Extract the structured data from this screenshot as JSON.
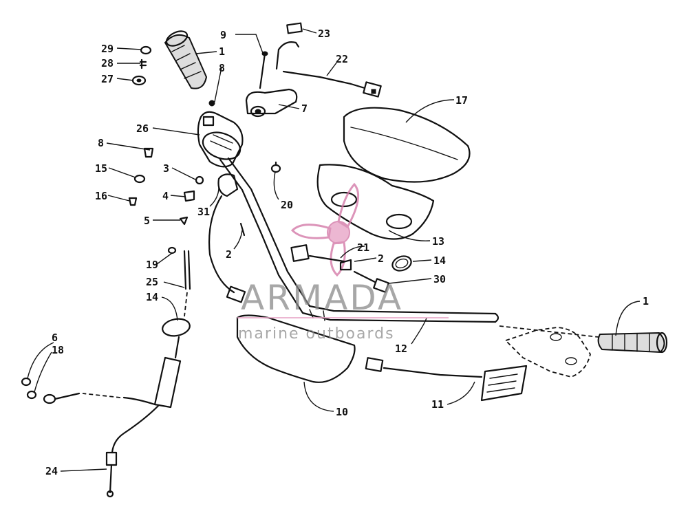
{
  "watermark": {
    "brand": "ARMADA",
    "tagline": "marine outboards",
    "logo": "propeller-logo",
    "color": "#e8a6c8"
  },
  "callouts": [
    {
      "id": "c29",
      "label": "29"
    },
    {
      "id": "c28",
      "label": "28"
    },
    {
      "id": "c27",
      "label": "27"
    },
    {
      "id": "c1a",
      "label": "1"
    },
    {
      "id": "c9",
      "label": "9"
    },
    {
      "id": "c8a",
      "label": "8"
    },
    {
      "id": "c23",
      "label": "23"
    },
    {
      "id": "c22",
      "label": "22"
    },
    {
      "id": "c17",
      "label": "17"
    },
    {
      "id": "c7",
      "label": "7"
    },
    {
      "id": "c26",
      "label": "26"
    },
    {
      "id": "c8b",
      "label": "8"
    },
    {
      "id": "c15",
      "label": "15"
    },
    {
      "id": "c3",
      "label": "3"
    },
    {
      "id": "c16",
      "label": "16"
    },
    {
      "id": "c4",
      "label": "4"
    },
    {
      "id": "c5",
      "label": "5"
    },
    {
      "id": "c31",
      "label": "31"
    },
    {
      "id": "c20",
      "label": "20"
    },
    {
      "id": "c2a",
      "label": "2"
    },
    {
      "id": "c21",
      "label": "21"
    },
    {
      "id": "c2b",
      "label": "2"
    },
    {
      "id": "c13",
      "label": "13"
    },
    {
      "id": "c14a",
      "label": "14"
    },
    {
      "id": "c30",
      "label": "30"
    },
    {
      "id": "c19",
      "label": "19"
    },
    {
      "id": "c25",
      "label": "25"
    },
    {
      "id": "c14b",
      "label": "14"
    },
    {
      "id": "c1b",
      "label": "1"
    },
    {
      "id": "c6",
      "label": "6"
    },
    {
      "id": "c18",
      "label": "18"
    },
    {
      "id": "c12",
      "label": "12"
    },
    {
      "id": "c10",
      "label": "10"
    },
    {
      "id": "c11",
      "label": "11"
    },
    {
      "id": "c24",
      "label": "24"
    }
  ]
}
